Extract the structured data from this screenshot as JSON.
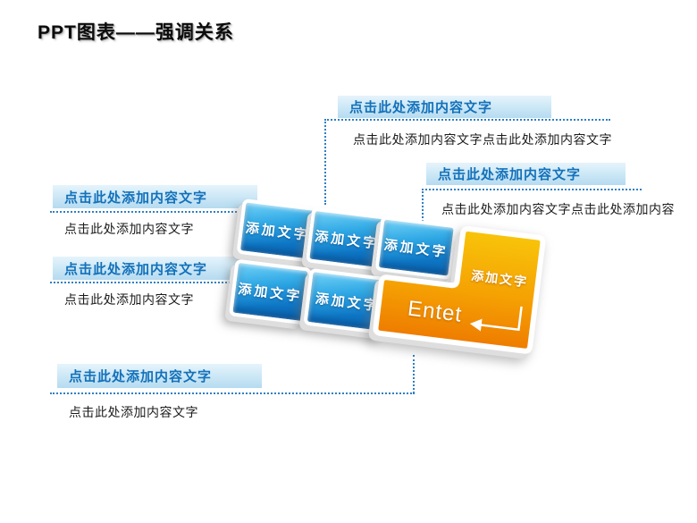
{
  "title": "PPT图表——强调关系",
  "colors": {
    "accent_blue": "#1371ba",
    "callout_header_bg_top": "#e6f4fb",
    "callout_header_bg_bottom": "#b5dbf0",
    "dotted_line": "#2f80c3",
    "key_blue_light": "#74d2f8",
    "key_blue_dark": "#0a65b2",
    "key_orange_light": "#f8c50a",
    "key_orange_dark": "#ee7b00",
    "key_text": "#ffffff",
    "body_text": "#1c1c1c"
  },
  "callouts": {
    "top": {
      "header": "点击此处添加内容文字",
      "body": "点击此处添加内容文字点击此处添加内容文字"
    },
    "right": {
      "header": "点击此处添加内容文字",
      "body": "点击此处添加内容文字点击此处添加内容"
    },
    "left_a": {
      "header": "点击此处添加内容文字",
      "body": "点击此处添加内容文字"
    },
    "left_b": {
      "header": "点击此处添加内容文字",
      "body": "点击此处添加内容文字"
    },
    "bottom": {
      "header": "点击此处添加内容文字",
      "body": "点击此处添加内容文字"
    }
  },
  "keyboard": {
    "keys": [
      "添加文字",
      "添加文字",
      "添加文字",
      "添加文字",
      "添加文字"
    ],
    "enter_top_label": "添加文字",
    "enter_label": "Entet",
    "enter_icon": "enter-return-arrow"
  }
}
